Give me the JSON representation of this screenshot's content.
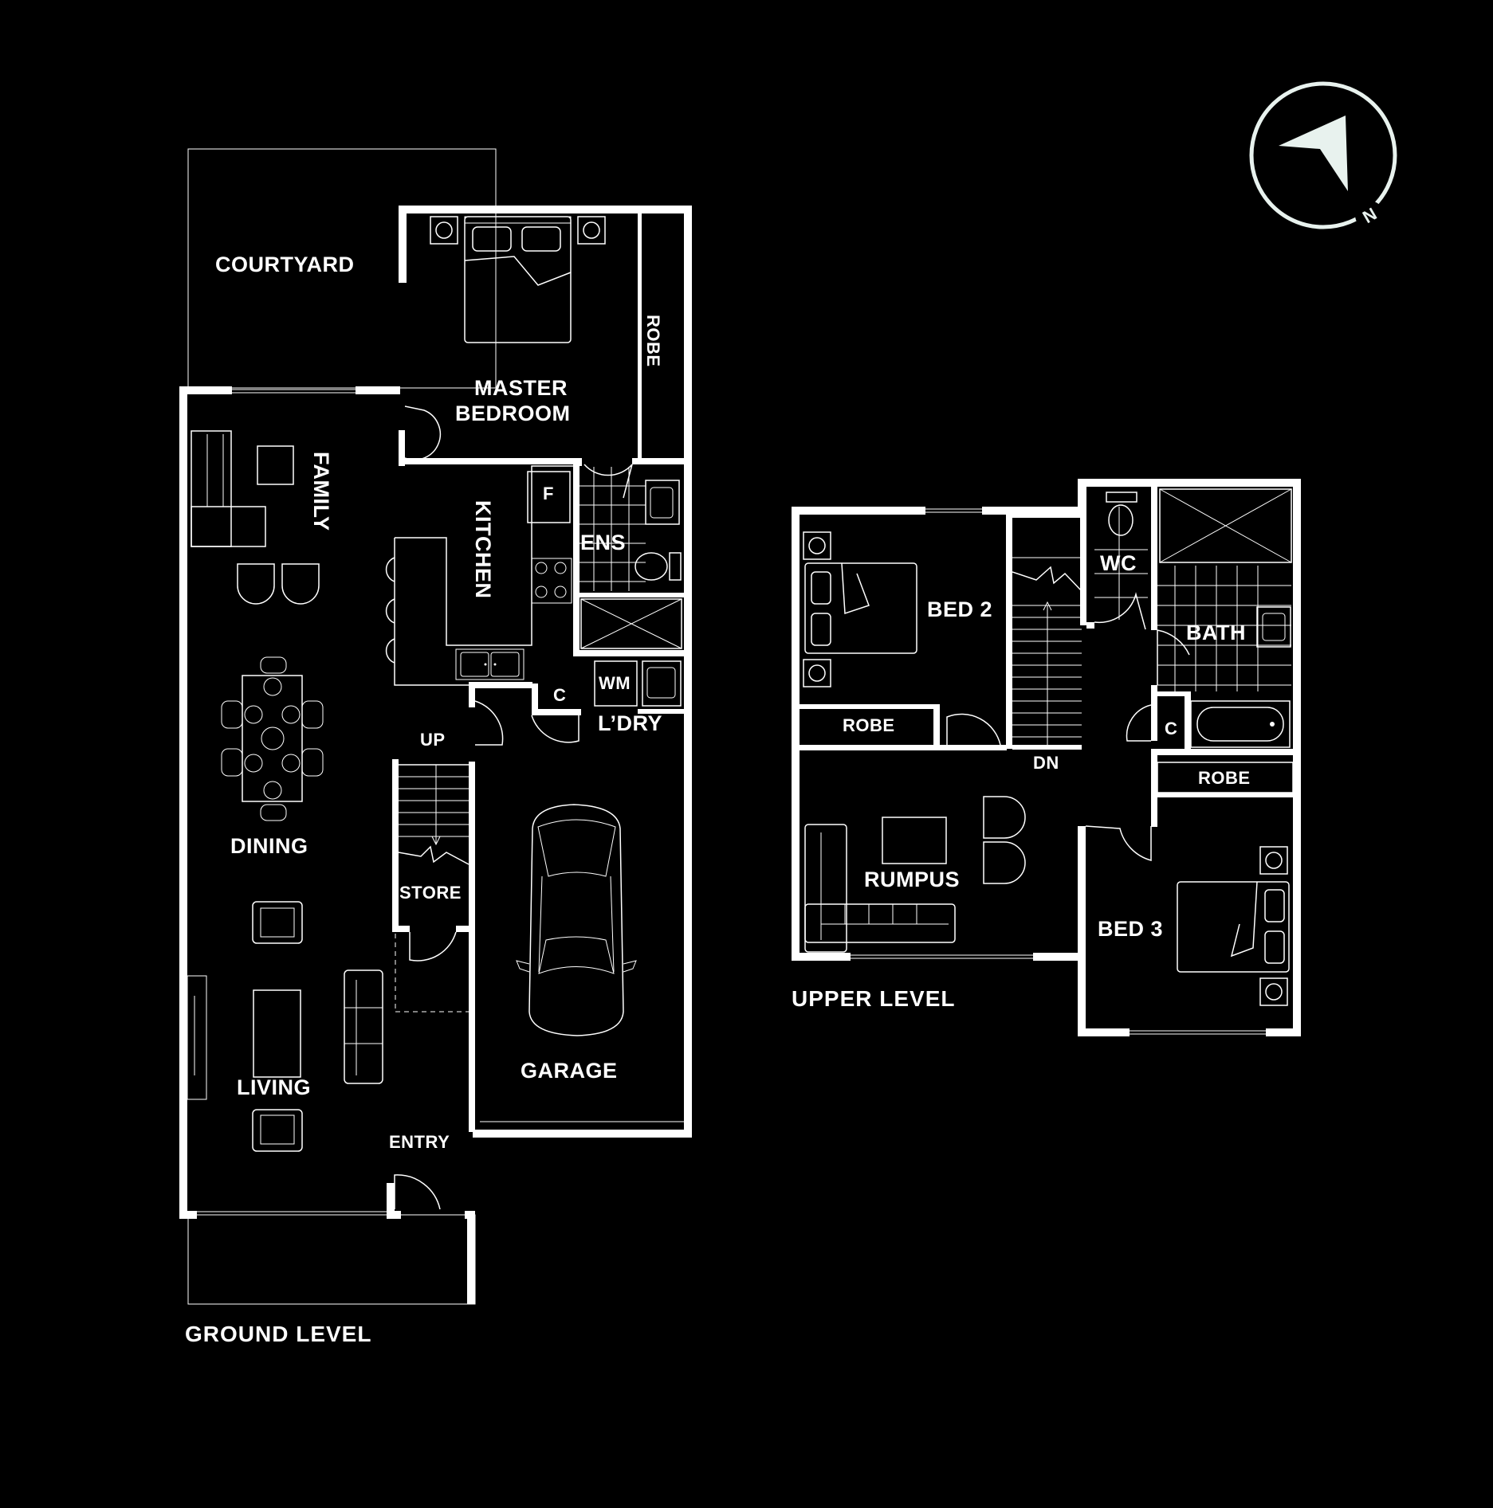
{
  "levels": {
    "ground": "GROUND LEVEL",
    "upper": "UPPER LEVEL"
  },
  "rooms": {
    "courtyard": "COURTYARD",
    "master_line1": "MASTER",
    "master_line2": "BEDROOM",
    "robe_master": "ROBE",
    "family": "FAMILY",
    "kitchen": "KITCHEN",
    "fridge": "F",
    "ens": "ENS",
    "wm": "WM",
    "cupboard_ground": "C",
    "laundry": "L’DRY",
    "up": "UP",
    "dining": "DINING",
    "store": "STORE",
    "garage": "GARAGE",
    "living": "LIVING",
    "entry": "ENTRY",
    "bed2": "BED 2",
    "robe_bed2": "ROBE",
    "wc": "WC",
    "bath": "BATH",
    "cupboard_upper": "C",
    "dn": "DN",
    "robe_bed3": "ROBE",
    "rumpus": "RUMPUS",
    "bed3": "BED 3"
  },
  "compass": {
    "north_label": "N",
    "icon": "north-arrow-icon",
    "color": "#e8f2ee"
  },
  "colors": {
    "background": "#000000",
    "lines": "#ffffff"
  }
}
